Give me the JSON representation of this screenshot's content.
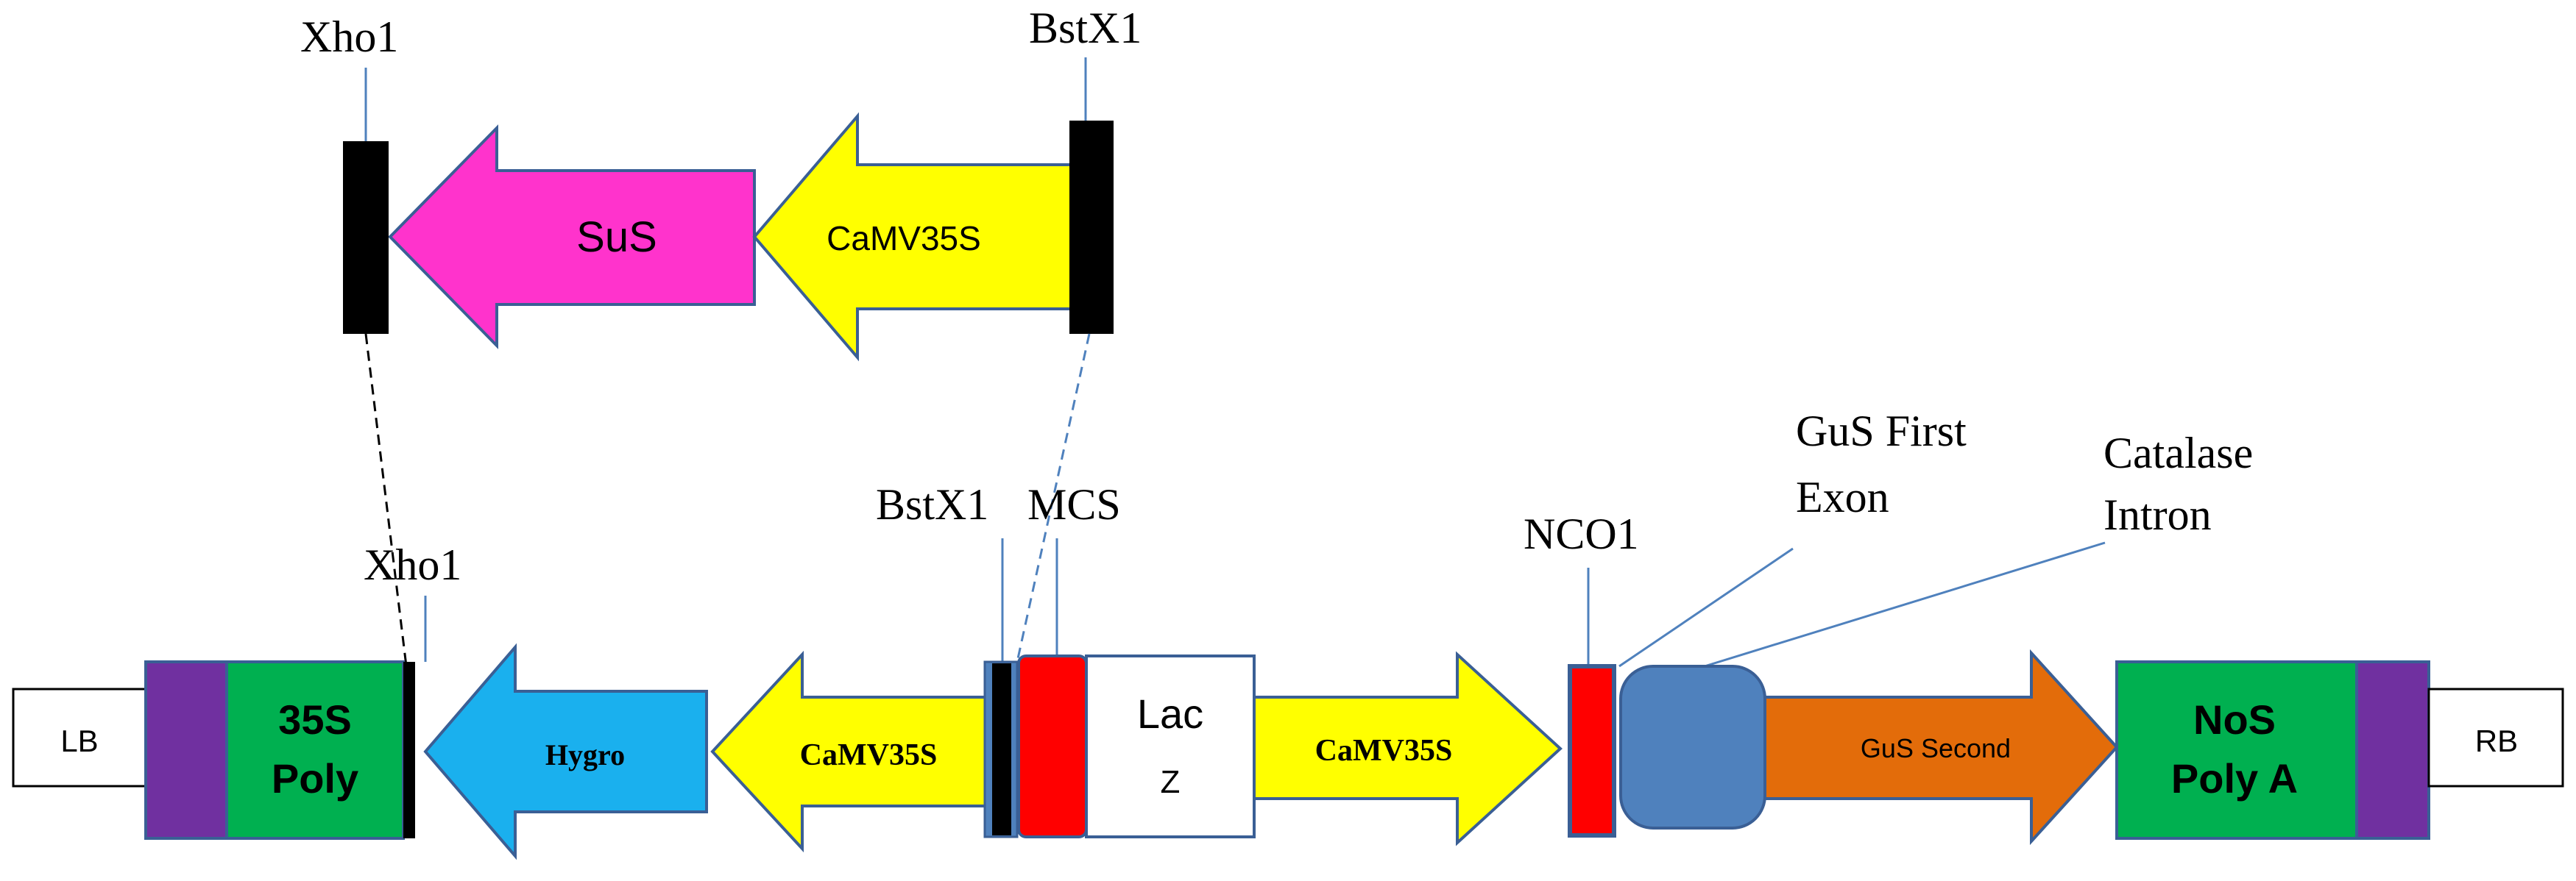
{
  "colors": {
    "magenta": "#ff33cc",
    "yellow": "#ffff00",
    "blue_hygro": "#1ab0ee",
    "purple": "#7030a0",
    "green": "#00b050",
    "red": "#ff0000",
    "steelblue": "#4f81bd",
    "orange": "#e36c0a",
    "outline": "#3a5f95",
    "site_line": "#4f81bd",
    "black": "#000000"
  },
  "insert": {
    "xho1_site": "Xho1",
    "bstx1_site": "BstX1",
    "sus_label": "SuS",
    "camv_label": "CaMV35S"
  },
  "vector": {
    "lb": "LB",
    "rb": "RB",
    "poly35s_line1": "35S",
    "poly35s_line2": "Poly",
    "hygro": "Hygro",
    "camv_left": "CaMV35S",
    "lacz_line1": "Lac",
    "lacz_line2": "Z",
    "camv_right": "CaMV35S",
    "gus_second": "GuS Second",
    "nos_line1": "NoS",
    "nos_line2": "Poly A",
    "site_xho1": "Xho1",
    "site_bstx1": "BstX1",
    "site_mcs": "MCS",
    "site_nco1": "NCO1",
    "site_gus_first_line1": "GuS First",
    "site_gus_first_line2": "Exon",
    "site_catalase_line1": "Catalase",
    "site_catalase_line2": "Intron"
  }
}
